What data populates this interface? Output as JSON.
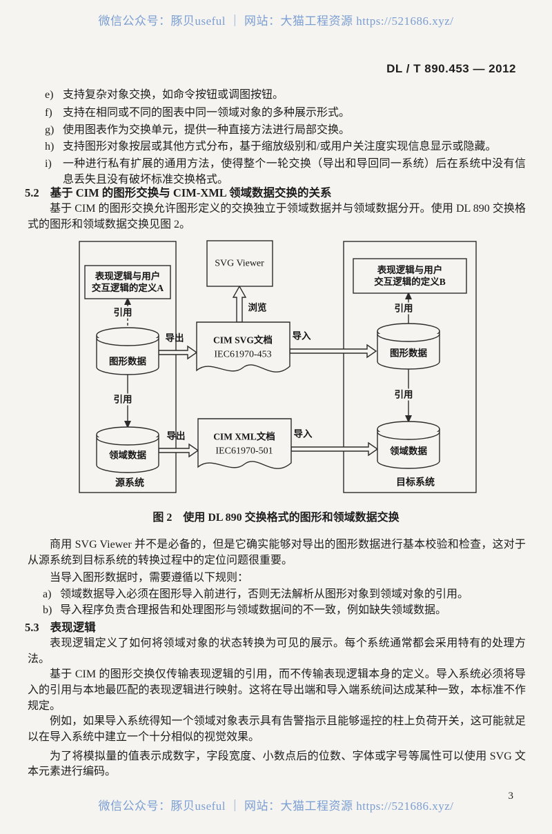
{
  "watermark": {
    "top": "微信公众号：豚贝useful ｜ 网站：大猫工程资源 https://521686.xyz/",
    "bottom": "微信公众号：豚贝useful ｜ 网站：大猫工程资源 https://521686.xyz/",
    "color": "#7b9ed3"
  },
  "header": {
    "doc_number": "DL / T 890.453 — 2012"
  },
  "page_number": "3",
  "list_items": [
    {
      "marker": "e)",
      "text": "支持复杂对象交换，如命令按钮或调图按钮。"
    },
    {
      "marker": "f)",
      "text": "支持在相同或不同的图表中同一领域对象的多种展示形式。"
    },
    {
      "marker": "g)",
      "text": "使用图表作为交换单元，提供一种直接方法进行局部交换。"
    },
    {
      "marker": "h)",
      "text": "支持图形对象按层或其他方式分布，基于缩放级别和/或用户关注度实现信息显示或隐藏。"
    },
    {
      "marker": "i)",
      "text": "一种进行私有扩展的通用方法，使得整个一轮交换（导出和导回同一系统）后在系统中没有信息丢失且没有破坏标准交换格式。"
    }
  ],
  "section_5_2": {
    "number": "5.2",
    "title": "基于 CIM 的图形交换与 CIM-XML 领域数据交换的关系",
    "paragraph": "基于 CIM 的图形交换允许图形定义的交换独立于领域数据并与领域数据分开。使用 DL 890 交换格式的图形和领域数据交换见图 2。"
  },
  "figure": {
    "caption": "图 2　使用 DL 890 交换格式的图形和领域数据交换",
    "diagram": {
      "def_a_line1": "表现逻辑与用户",
      "def_a_line2": "交互逻辑的定义A",
      "def_b_line1": "表现逻辑与用户",
      "def_b_line2": "交互逻辑的定义B",
      "svg_viewer": "SVG Viewer",
      "browse_label": "浏览",
      "cite_label": "引用",
      "export_label": "导出",
      "import_label": "导入",
      "graphic_data": "图形数据",
      "domain_data": "领域数据",
      "svg_doc_line1": "CIM SVG文档",
      "svg_doc_line2": "IEC61970-453",
      "xml_doc_line1": "CIM XML文档",
      "xml_doc_line2": "IEC61970-501",
      "source_system": "源系统",
      "target_system": "目标系统"
    }
  },
  "after_figure": {
    "para1": "商用 SVG Viewer 并不是必备的，但是它确实能够对导出的图形数据进行基本校验和检查，这对于从源系统到目标系统的转换过程中的定位问题很重要。",
    "para2": "当导入图形数据时，需要遵循以下规则：",
    "rules": [
      {
        "marker": "a)",
        "text": "领域数据导入必须在图形导入前进行，否则无法解析从图形对象到领域对象的引用。"
      },
      {
        "marker": "b)",
        "text": "导入程序负责合理报告和处理图形与领域数据间的不一致，例如缺失领域数据。"
      }
    ]
  },
  "section_5_3": {
    "number": "5.3",
    "title": "表现逻辑",
    "para1": "表现逻辑定义了如何将领域对象的状态转换为可见的展示。每个系统通常都会采用特有的处理方法。",
    "para2": "基于 CIM 的图形交换仅传输表现逻辑的引用，而不传输表现逻辑本身的定义。导入系统必须将导入的引用与本地最匹配的表现逻辑进行映射。这将在导出端和导入端系统间达成某种一致，本标准不作规定。",
    "para3": "例如，如果导入系统得知一个领域对象表示具有告警指示且能够遥控的柱上负荷开关，这可能就足以在导入系统中建立一个十分相似的视觉效果。",
    "para4": "为了将模拟量的值表示成数字，字段宽度、小数点后的位数、字体或字号等属性可以使用 SVG 文本元素进行编码。"
  }
}
